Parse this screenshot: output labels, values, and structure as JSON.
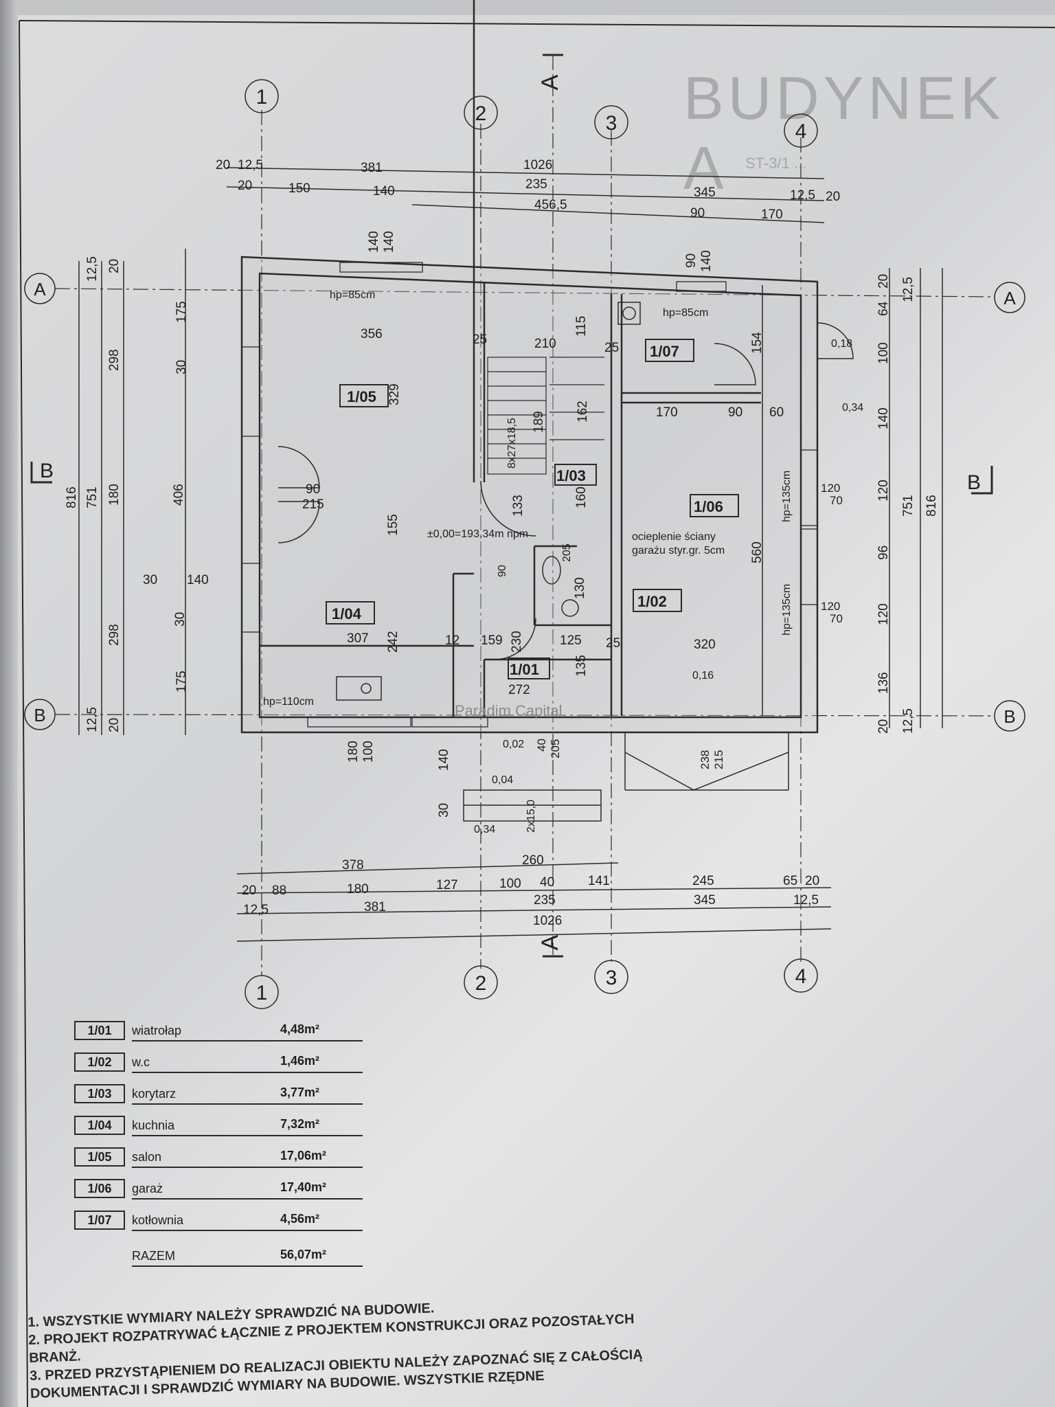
{
  "title": "BUDYNEK A",
  "subtitle": "ST-3/1 ...",
  "watermark": "Paradim Capital",
  "axes": {
    "cols": [
      "1",
      "2",
      "3",
      "4"
    ],
    "rows": [
      "A",
      "B"
    ],
    "section_a": "A",
    "section_b": "B"
  },
  "dims_top": {
    "row1": [
      "20",
      "12,5",
      "381",
      "1026"
    ],
    "row2": [
      "20",
      "150",
      "140",
      "235",
      "345",
      "12,5",
      "20"
    ],
    "row3": [
      "456,5",
      "90",
      "170"
    ],
    "small": [
      "140",
      "140",
      "90",
      "140"
    ]
  },
  "dims_bottom": {
    "row1": [
      "378",
      "260"
    ],
    "row2": [
      "20",
      "88",
      "180",
      "127",
      "100",
      "40",
      "141",
      "245",
      "65",
      "20"
    ],
    "row3": [
      "12,5",
      "381",
      "235",
      "345",
      "12,5"
    ],
    "row4": [
      "1026"
    ]
  },
  "dims_left": [
    "12,5",
    "20",
    "175",
    "298",
    "30",
    "180",
    "406",
    "751",
    "816",
    "30",
    "140",
    "30",
    "298",
    "175",
    "12,5",
    "20"
  ],
  "dims_right": [
    "64",
    "20",
    "12,5",
    "100",
    "140",
    "120",
    "96",
    "120",
    "136",
    "751",
    "816",
    "20",
    "12,5"
  ],
  "rooms": {
    "r101": "1/01",
    "r102": "1/02",
    "r103": "1/03",
    "r104": "1/04",
    "r105": "1/05",
    "r106": "1/06",
    "r107": "1/07"
  },
  "plan_labels": {
    "hp85a": "hp=85cm",
    "hp85b": "hp=85cm",
    "hp110": "hp=110cm",
    "hp135a": "hp=135cm",
    "hp135b": "hp=135cm",
    "level0": "±0,00=193,34m npm",
    "stairs": "8x27x18,5",
    "insul1": "ocieplenie ściany",
    "insul2": "garażu styr.gr. 5cm",
    "steps": "2x15,0",
    "l018": "0,18",
    "l034a": "0,34",
    "l016": "0,16",
    "l002": "0,02",
    "l004": "0,04",
    "l034b": "0,34",
    "d356": "356",
    "d329": "329",
    "d210": "210",
    "d115": "115",
    "d25a": "25",
    "d25b": "25",
    "d25c": "25",
    "d189": "189",
    "d162": "162",
    "d154": "154",
    "d170": "170",
    "d90a": "90",
    "d60": "60",
    "d90b": "90",
    "d215a": "215",
    "d155": "155",
    "d133": "133",
    "d160": "160",
    "d560": "560",
    "d120a": "120",
    "d70a": "70",
    "d120b": "120",
    "d70b": "70",
    "d307": "307",
    "d242": "242",
    "d12": "12",
    "d159": "159",
    "d230": "230",
    "d125": "125",
    "d320": "320",
    "d272": "272",
    "d135": "135",
    "d130": "130",
    "d90c": "90",
    "d205": "205",
    "d180": "180",
    "d100": "100",
    "d40": "40",
    "d205b": "205",
    "d140": "140",
    "d30": "30",
    "d238": "238",
    "d215b": "215"
  },
  "legend": [
    {
      "code": "1/01",
      "name": "wiatrołap",
      "area": "4,48m²"
    },
    {
      "code": "1/02",
      "name": "w.c",
      "area": "1,46m²"
    },
    {
      "code": "1/03",
      "name": "korytarz",
      "area": "3,77m²"
    },
    {
      "code": "1/04",
      "name": "kuchnia",
      "area": "7,32m²"
    },
    {
      "code": "1/05",
      "name": "salon",
      "area": "17,06m²"
    },
    {
      "code": "1/06",
      "name": "garaż",
      "area": "17,40m²"
    },
    {
      "code": "1/07",
      "name": "kotłownia",
      "area": "4,56m²"
    }
  ],
  "total": {
    "label": "RAZEM",
    "area": "56,07m²"
  },
  "notes": [
    "1. WSZYSTKIE WYMIARY NALEŻY SPRAWDZIĆ NA BUDOWIE.",
    "2. PROJEKT ROZPATRYWAĆ ŁĄCZNIE Z PROJEKTEM KONSTRUKCJI  ORAZ POZOSTAŁYCH",
    "BRANŻ.",
    "3. PRZED PRZYSTĄPIENIEM DO REALIZACJI OBIEKTU NALEŻY ZAPOZNAĆ SIĘ  Z CAŁOŚCIĄ",
    "DOKUMENTACJI I SPRAWDZIĆ WYMIARY NA BUDOWIE.  WSZYSTKIE RZĘDNE"
  ]
}
